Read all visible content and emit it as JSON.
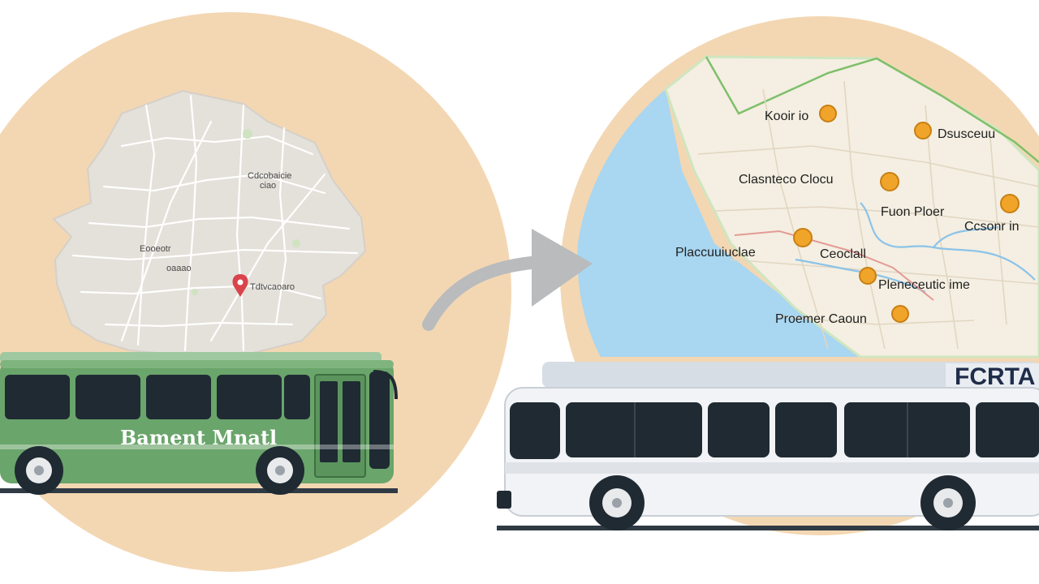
{
  "colors": {
    "circle_fill": "#f3d7b3",
    "map_land_left": "#e4e0da",
    "map_land_right": "#f4efe2",
    "water": "#a9d6f0",
    "green_bus": "#6aa56b",
    "white_bus": "#f1f3f6",
    "window_dark": "#1f2a33",
    "marker_orange": "#f0a52a",
    "pin_red": "#d9434b",
    "arrow_gray": "#b9bbbd",
    "brand_navy": "#1f2d4a"
  },
  "left_map": {
    "labels": [
      "Cdcobaicie",
      "ciao",
      "Eooeotr",
      "oaaao",
      "Tdtvcaoaro"
    ],
    "pin_icon": "location-pin-icon"
  },
  "green_bus": {
    "side_text": "Bament Mnatl"
  },
  "right_map": {
    "labels": [
      "Kooir io",
      "Dsusceuu",
      "Clasnteco Clocu",
      "Fuon Ploer",
      "Ccsonr in",
      "Placcuuiuclae",
      "Ceoclall",
      "Pleneceutic ime",
      "Proemer Caoun"
    ]
  },
  "white_bus": {
    "brand": "FCRTA"
  }
}
